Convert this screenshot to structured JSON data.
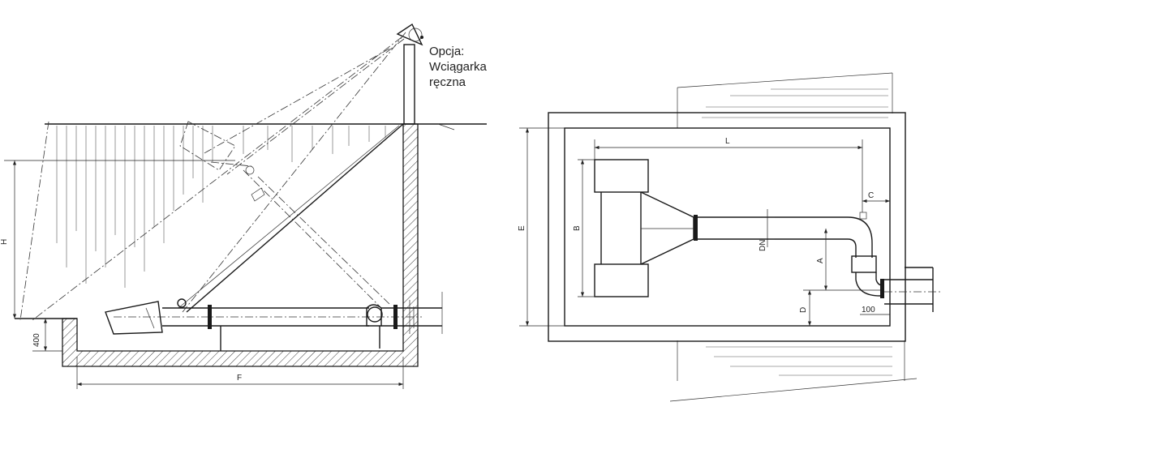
{
  "option_note": {
    "line1": "Opcja:",
    "line2": "Wciągarka",
    "line3": "ręczna"
  },
  "dimensions": {
    "H": "H",
    "h400": "400",
    "F": "F",
    "L": "L",
    "B": "B",
    "E": "E",
    "C": "C",
    "DN": "DN",
    "A": "A",
    "D": "D",
    "h100": "100"
  }
}
